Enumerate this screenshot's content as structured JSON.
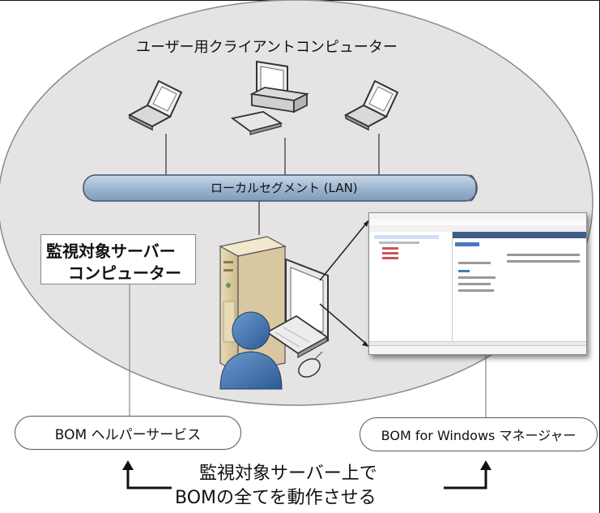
{
  "title": "ユーザー用クライアントコンピューター",
  "lan_label": "ローカルセグメント (LAN)",
  "server_label": [
    "監視対象サーバー",
    "コンピューター"
  ],
  "helper_service": "BOM ヘルパーサービス",
  "manager": "BOM for Windows マネージャー",
  "bottom_caption": [
    "監視対象サーバー上で",
    "BOMの全てを動作させる"
  ],
  "colors": {
    "ellipse_fill": "#e5e3e3",
    "lan_fill": "#a3bcd6",
    "lan_border": "#3d5670",
    "person": "#3f6fa8"
  },
  "icons": [
    "laptop-icon",
    "desktop-pc-icon",
    "server-tower-icon",
    "monitor-icon",
    "keyboard-icon",
    "mouse-icon",
    "user-person-icon"
  ]
}
